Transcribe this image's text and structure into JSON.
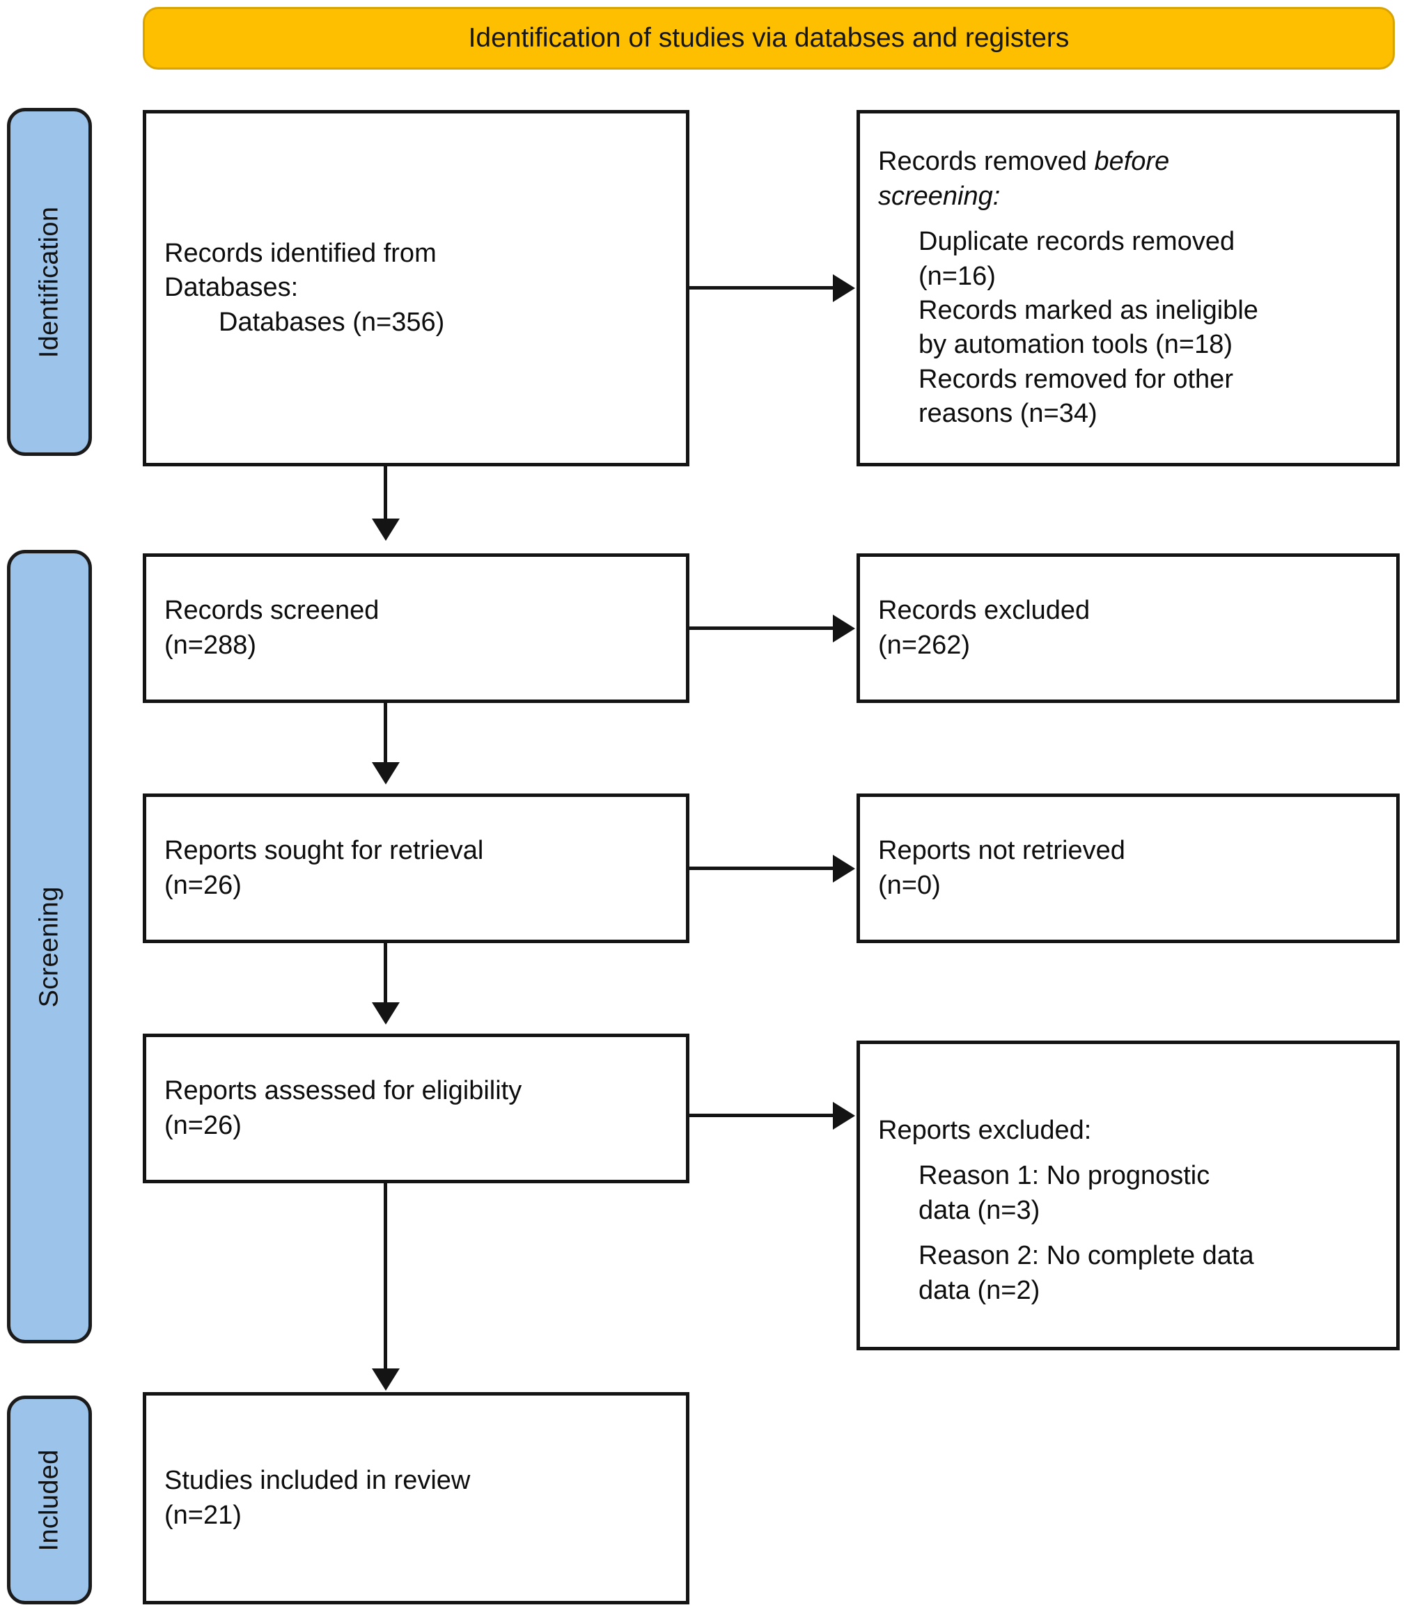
{
  "diagram": {
    "type": "prisma-flow-diagram",
    "title": "Identification of studies via databses and registers",
    "colors": {
      "banner": "#FDBF00",
      "stage_band": "#9CC3EA",
      "box_border": "#141414",
      "box_fill": "#FFFFFF",
      "connector": "#141414"
    }
  },
  "stages": [
    {
      "id": "identification",
      "label": "Identification"
    },
    {
      "id": "screening",
      "label": "Screening"
    },
    {
      "id": "included",
      "label": "Included"
    }
  ],
  "boxes": {
    "records_identified": {
      "line1": "Records identified from",
      "line2": "Databases:",
      "line3": "Databases (n=356)"
    },
    "records_removed_before_screening": {
      "heading_plain": "Records removed ",
      "heading_italic_1": "before",
      "heading_italic_2": "screening:",
      "item1_line1": "Duplicate records removed",
      "item1_line2": "(n=16)",
      "item2_line1": "Records marked as ineligible",
      "item2_line2": "by automation tools (n=18)",
      "item3_line1": "Records removed for other",
      "item3_line2": "reasons (n=34)"
    },
    "records_screened": {
      "line1": "Records screened",
      "line2": "(n=288)"
    },
    "records_excluded": {
      "line1": "Records excluded",
      "line2": "(n=262)"
    },
    "reports_sought": {
      "line1": "Reports sought for retrieval",
      "line2": "(n=26)"
    },
    "reports_not_retrieved": {
      "line1": "Reports not retrieved",
      "line2": "(n=0)"
    },
    "reports_assessed": {
      "line1": "Reports assessed for eligibility",
      "line2": "(n=26)"
    },
    "reports_excluded": {
      "heading": "Reports excluded:",
      "reason1_line1": "Reason 1: No prognostic",
      "reason1_line2": "data (n=3)",
      "reason2_line1": "Reason 2: No complete data",
      "reason2_line2": "data (n=2)"
    },
    "studies_included": {
      "line1": "Studies included in review",
      "line2": "(n=21)"
    }
  },
  "counts": {
    "databases_identified": 356,
    "duplicates_removed": 16,
    "ineligible_by_automation": 18,
    "removed_other_reasons": 34,
    "records_screened": 288,
    "records_excluded": 262,
    "reports_sought": 26,
    "reports_not_retrieved": 0,
    "reports_assessed": 26,
    "excluded_reason_1": 3,
    "excluded_reason_2": 2,
    "studies_included": 21
  }
}
